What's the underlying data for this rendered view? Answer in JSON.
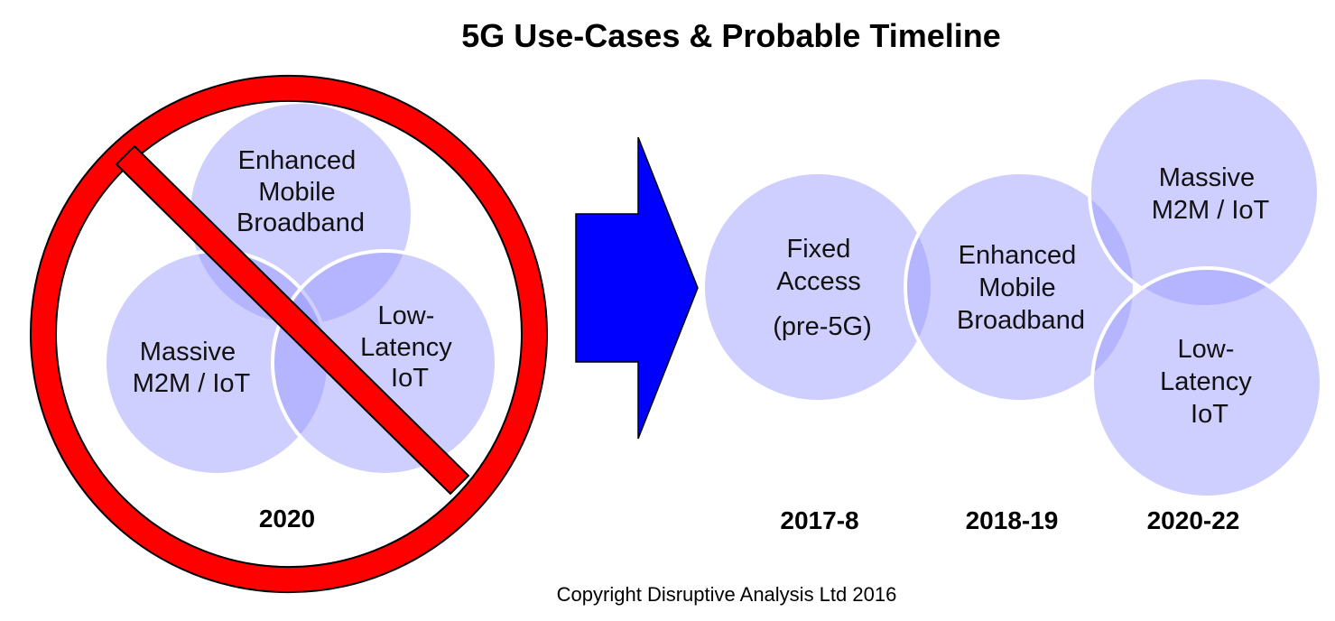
{
  "title": "5G Use-Cases & Probable Timeline",
  "left_group": {
    "circles": [
      {
        "id": "embb",
        "lines": [
          "Enhanced",
          "Mobile",
          "Broadband"
        ]
      },
      {
        "id": "m2m",
        "lines": [
          "Massive",
          "M2M / IoT"
        ]
      },
      {
        "id": "llc",
        "lines": [
          "Low-",
          "Latency",
          "IoT"
        ]
      }
    ],
    "year": "2020",
    "prohibition_icon": "no-entry-icon"
  },
  "arrow_icon": "right-arrow-icon",
  "timeline": [
    {
      "id": "fixed",
      "lines": [
        "Fixed",
        "Access",
        "(pre-5G)"
      ],
      "year": "2017-8"
    },
    {
      "id": "embb2",
      "lines": [
        "Enhanced",
        "Mobile",
        "Broadband"
      ],
      "year": "2018-19"
    },
    {
      "id": "m2m2",
      "lines": [
        "Massive",
        "M2M / IoT"
      ],
      "year": "2020-22"
    },
    {
      "id": "llc2",
      "lines": [
        "Low-",
        "Latency",
        "IoT"
      ]
    }
  ],
  "colors": {
    "circle_fill": "#9999ff",
    "circle_stroke": "#ffffff",
    "prohibition": "#ff0000",
    "arrow": "#0000ff"
  },
  "footer": "Copyright Disruptive Analysis Ltd 2016"
}
